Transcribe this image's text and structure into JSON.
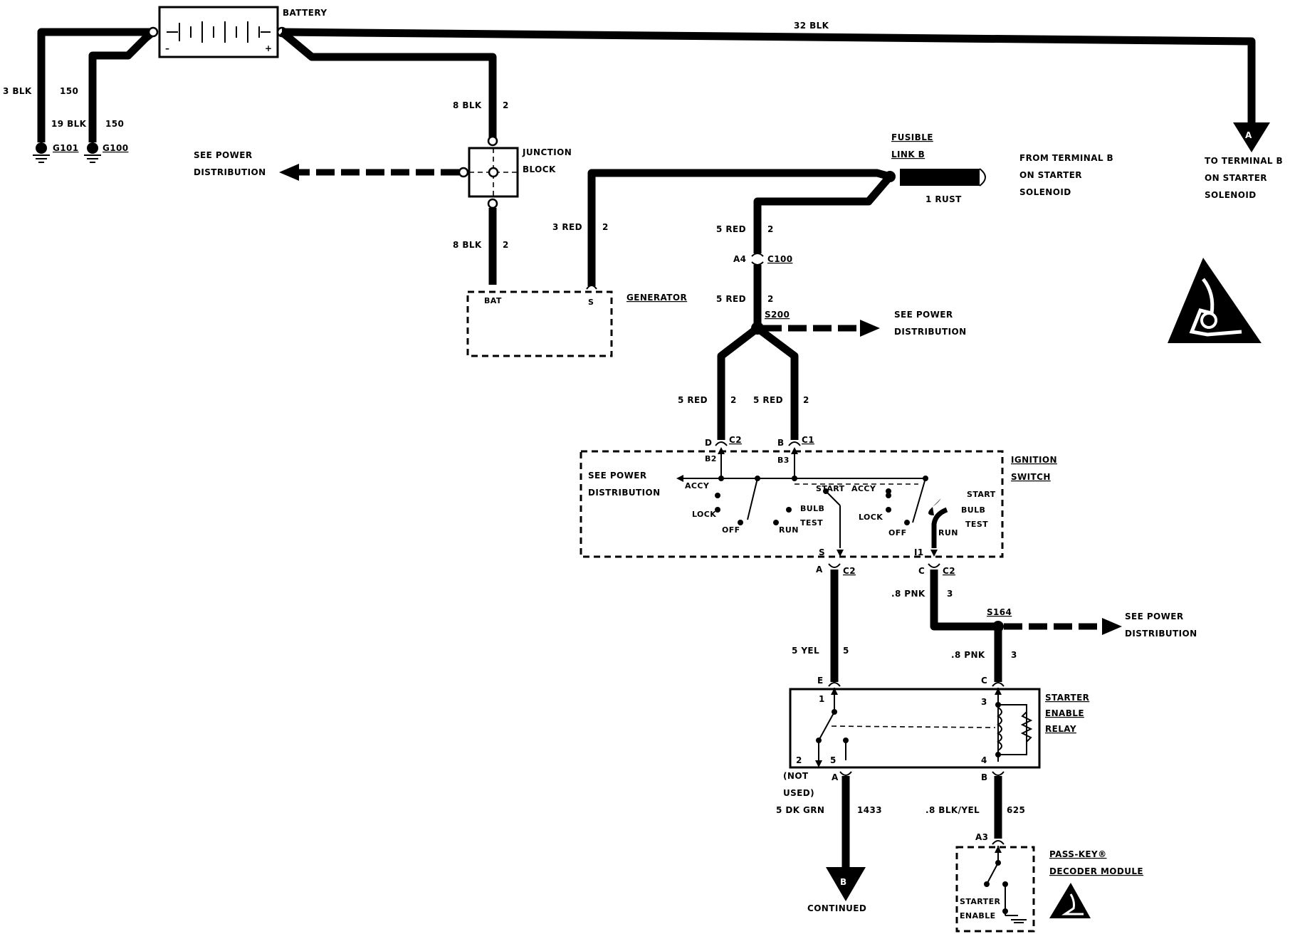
{
  "components": {
    "battery": "BATTERY",
    "junction_block": [
      "JUNCTION",
      "BLOCK"
    ],
    "generator": "GENERATOR",
    "generator_bat": "BAT",
    "generator_s": "S",
    "fusible_link": [
      "FUSIBLE",
      "LINK B"
    ],
    "ignition_switch": [
      "IGNITION",
      "SWITCH"
    ],
    "starter_enable_relay": [
      "STARTER",
      "ENABLE",
      "RELAY"
    ],
    "pass_key_module": [
      "PASS-KEY®",
      "DECODER MODULE"
    ],
    "starter_enable_label": [
      "STARTER",
      "ENABLE"
    ]
  },
  "wires": {
    "w32blk": "32 BLK",
    "w3blk": "3 BLK",
    "w3blk_ckt": "150",
    "w19blk": "19 BLK",
    "w19blk_ckt": "150",
    "w8blk_top": "8 BLK",
    "w8blk_top_ckt": "2",
    "w8blk_bot": "8 BLK",
    "w8blk_bot_ckt": "2",
    "w3red": "3 RED",
    "w3red_ckt": "2",
    "w1rust": "1 RUST",
    "w5red_a": "5 RED",
    "w5red_a_ckt": "2",
    "w5red_b": "5 RED",
    "w5red_b_ckt": "2",
    "w5red_c": "5 RED",
    "w5red_c_ckt": "2",
    "w5red_d": "5 RED",
    "w5red_d_ckt": "2",
    "w8pnk_a": ".8 PNK",
    "w8pnk_a_ckt": "3",
    "w8pnk_b": ".8 PNK",
    "w8pnk_b_ckt": "3",
    "w5yel": "5 YEL",
    "w5yel_ckt": "5",
    "w5dkgrn": "5 DK GRN",
    "w5dkgrn_ckt": "1433",
    "w8blkyel": ".8 BLK/YEL",
    "w8blkyel_ckt": "625"
  },
  "grounds": {
    "g101": "G101",
    "g100": "G100"
  },
  "connectors": {
    "c100": "C100",
    "a4": "A4",
    "s200": "S200",
    "s164": "S164",
    "d": "D",
    "c2a": "C2",
    "b": "B",
    "c1": "C1",
    "b2": "B2",
    "b3": "B3",
    "a": "A",
    "c2b": "C2",
    "c": "C",
    "c2c": "C2",
    "s": "S",
    "i1": "I1",
    "e": "E",
    "c_relay": "C",
    "a_relay": "A",
    "b_relay": "B",
    "a3": "A3",
    "r1": "1",
    "r2": "2",
    "r3": "3",
    "r4": "4",
    "r5": "5"
  },
  "notes": {
    "see_power_1": [
      "SEE POWER",
      "DISTRIBUTION"
    ],
    "see_power_2": [
      "SEE POWER",
      "DISTRIBUTION"
    ],
    "see_power_3": [
      "SEE POWER",
      "DISTRIBUTION"
    ],
    "see_power_4": [
      "SEE POWER",
      "DISTRIBUTION"
    ],
    "from_terminal": [
      "FROM TERMINAL B",
      "ON STARTER",
      "SOLENOID"
    ],
    "to_terminal": [
      "TO TERMINAL B",
      "ON STARTER",
      "SOLENOID"
    ],
    "not_used": [
      "(NOT",
      "USED)"
    ],
    "continued": "CONTINUED",
    "marker_a": "A",
    "marker_b": "B"
  },
  "switch_positions": {
    "accy": "ACCY",
    "lock": "LOCK",
    "off": "OFF",
    "run": "RUN",
    "start": "START",
    "bulb": "BULB",
    "test": "TEST"
  }
}
